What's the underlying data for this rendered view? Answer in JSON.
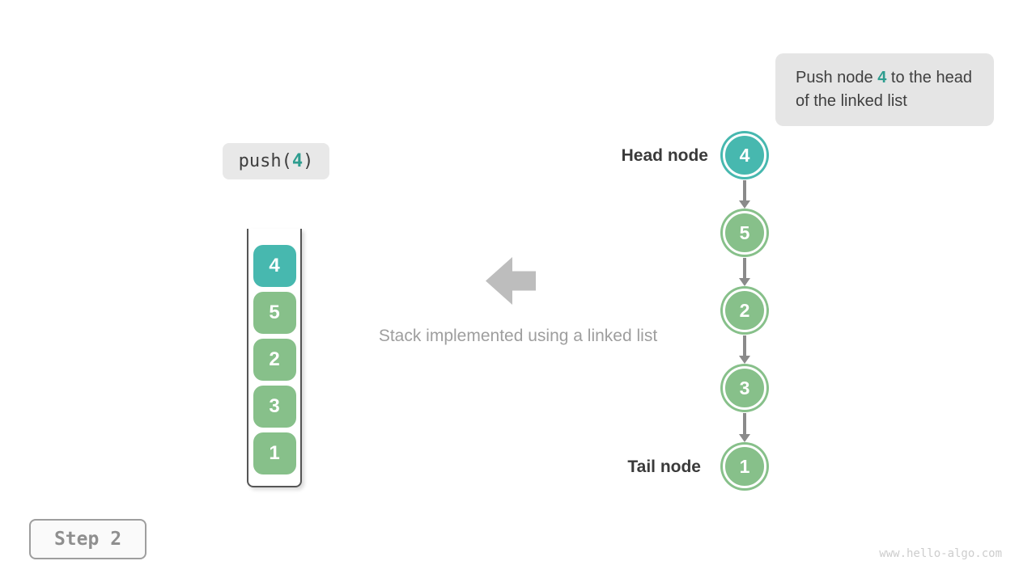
{
  "callout": {
    "prefix": "Push node ",
    "highlight": "4",
    "suffix": " to the head of the linked list"
  },
  "push_label": {
    "prefix": "push(",
    "highlight": "4",
    "suffix": ")"
  },
  "stack": {
    "values": [
      "4",
      "5",
      "2",
      "3",
      "1"
    ]
  },
  "linked_list": {
    "head_label": "Head node",
    "tail_label": "Tail node",
    "nodes": [
      "4",
      "5",
      "2",
      "3",
      "1"
    ]
  },
  "caption": "Stack implemented using a linked list",
  "step_badge": "Step 2",
  "watermark": "www.hello-algo.com",
  "colors": {
    "teal": "#47b8af",
    "green": "#87c08a",
    "highlight_text": "#2e9d8f",
    "big_arrow_gray": "#bdbdbd",
    "connector_gray": "#8a8a8a",
    "callout_bg": "#e5e5e5",
    "caption_gray": "#9e9e9e"
  }
}
